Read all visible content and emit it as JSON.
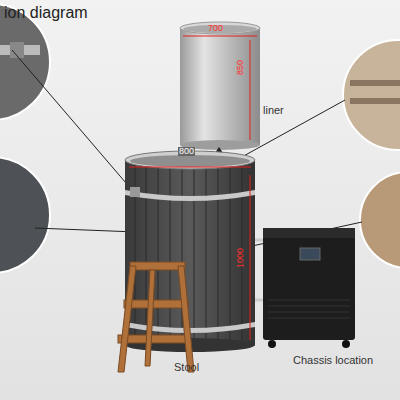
{
  "diagram": {
    "title": "ion diagram",
    "labels": [
      "700",
      "850",
      "liner",
      "800",
      "1000",
      "Stool",
      "Chassis location"
    ]
  }
}
